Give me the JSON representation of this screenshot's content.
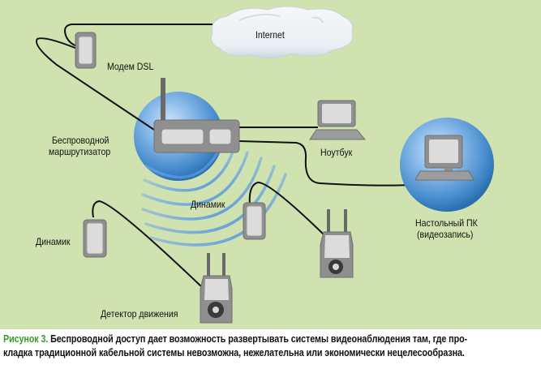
{
  "diagram": {
    "labels": {
      "internet": "Internet",
      "modem": "Модем DSL",
      "router_line1": "Беспроводной",
      "router_line2": "маршрутизатор",
      "laptop": "Ноутбук",
      "desktop_line1": "Настольный ПК",
      "desktop_line2": "(видеозапись)",
      "speaker_center": "Динамик",
      "speaker_left": "Динамик",
      "motion_detector": "Детектор движения"
    },
    "colors": {
      "background": "#cfe2b0",
      "device_gray": "#8f8f8f",
      "device_face": "#dcdcdc",
      "sphere_blue": "#3f86c8",
      "wave_blue": "#5b9be0",
      "cable": "#111111",
      "caption_accent": "#3a9a2c"
    }
  },
  "caption": {
    "figure_label": "Рисунок 3.",
    "line1": "Беспроводной доступ дает возможность развертывать системы видеонаблюдения там, где про-",
    "line2": "кладка традиционной кабельной системы невозможна, нежелательна или экономически нецелесообразна."
  }
}
